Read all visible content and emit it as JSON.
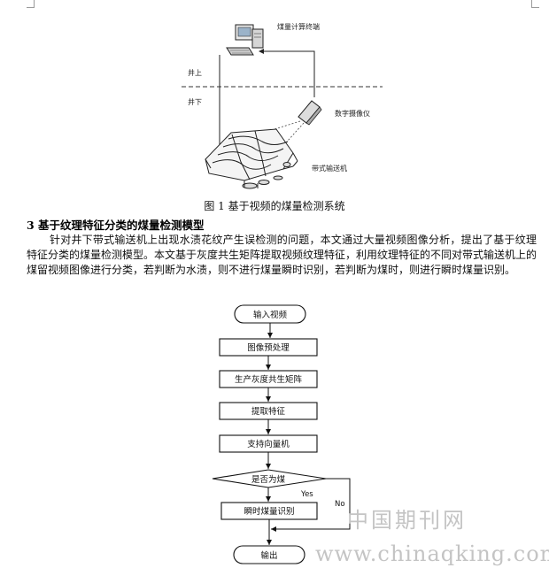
{
  "figure1": {
    "label_terminal": "煤量计算终端",
    "label_above": "井上",
    "label_below": "井下",
    "label_camera": "数字摄像仪",
    "label_conveyor": "带式输送机",
    "caption": "图 1 基于视频的煤量检测系统"
  },
  "section": {
    "title": "3 基于纹理特征分类的煤量检测模型",
    "paragraph": "针对井下带式输送机上出现水渍花纹产生误检测的问题，本文通过大量视频图像分析，提出了基于纹理特征分类的煤量检测模型。本文基于灰度共生矩阵提取视频纹理特征，利用纹理特征的不同对带式输送机上的煤留视频图像进行分类，若判断为水渍，则不进行煤量瞬时识别，若判断为煤时，则进行瞬时煤量识别。"
  },
  "flowchart": {
    "start": "输入视频",
    "step1": "图像预处理",
    "step2": "生产灰度共生矩阵",
    "step3": "提取特征",
    "step4": "支持向量机",
    "decision": "是否为煤",
    "yes_label": "Yes",
    "no_label": "No",
    "step5": "瞬时煤量识别",
    "end": "输出"
  },
  "watermark": {
    "brand": "中国期刊网",
    "url": "www.chinaqking.com"
  }
}
